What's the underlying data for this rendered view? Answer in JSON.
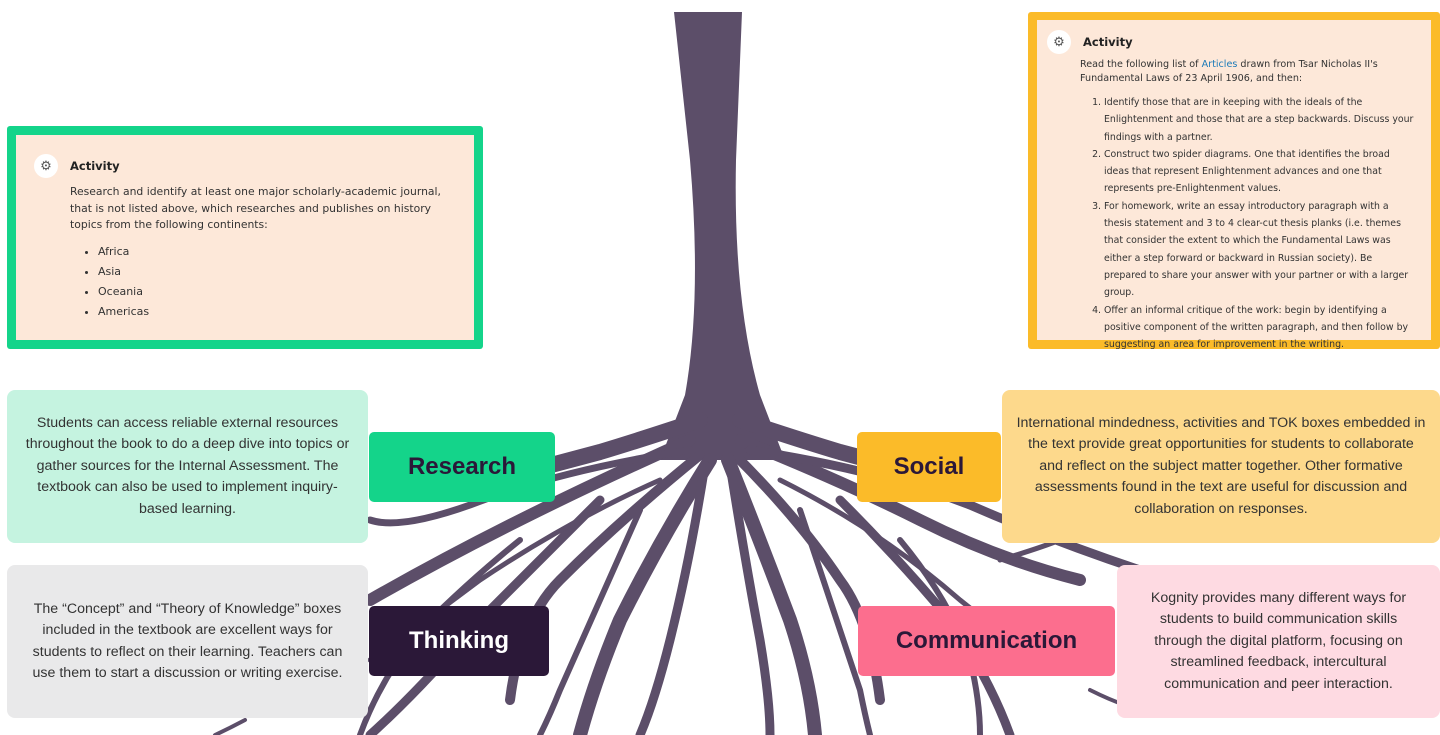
{
  "colors": {
    "trunk": "#5c4e69",
    "research": "#14d48a",
    "social": "#fbbb29",
    "thinking": "#2b1838",
    "communication": "#fc6e8e",
    "activity_bg": "#fde8d9"
  },
  "icons": {
    "activity": "gears-icon"
  },
  "activity_left": {
    "title": "Activity",
    "intro": "Research and identify at least one major scholarly-academic journal, that is not listed above, which researches and publishes on history topics from the following continents:",
    "items": [
      "Africa",
      "Asia",
      "Oceania",
      "Americas"
    ]
  },
  "activity_right": {
    "title": "Activity",
    "intro_before": "Read the following list of ",
    "intro_link": "Articles",
    "intro_after": " drawn from Tsar Nicholas II's Fundamental Laws of 23 April 1906, and then:",
    "steps": [
      "Identify those that are in keeping with the ideals of the Enlightenment and those that are a step backwards. Discuss your findings with a partner.",
      "Construct two spider diagrams. One that identifies the broad ideas that represent Enlightenment advances and one that represents pre-Enlightenment values.",
      "For homework, write an essay introductory paragraph with a thesis statement and 3 to 4  clear-cut thesis planks (i.e. themes that consider the extent to which the Fundamental Laws was either a step forward or backward in Russian society). Be prepared to share your answer with your partner or with a larger group.",
      "Offer an informal critique of the work: begin by identifying a positive component of the written paragraph, and then follow by suggesting an area for improvement in the writing."
    ]
  },
  "skills": {
    "research": {
      "label": "Research",
      "text": "Students can access reliable external resources throughout the book to do a deep dive into topics or gather sources for the Internal Assessment. The textbook can also be used to implement inquiry-based learning."
    },
    "social": {
      "label": "Social",
      "text": "International mindedness, activities and TOK boxes embedded in the text provide great opportunities for students to collaborate and reflect on the subject matter together. Other formative assessments found in the text are useful for discussion and collaboration on responses."
    },
    "thinking": {
      "label": "Thinking",
      "text": "The “Concept” and “Theory of Knowledge” boxes included in the textbook are excellent ways for students to reflect on their learning. Teachers can use them to start a discussion or writing exercise."
    },
    "communication": {
      "label": "Communication",
      "text": "Kognity provides many different ways for students to build communication skills through the digital platform, focusing on streamlined feedback, intercultural communication and peer interaction."
    }
  }
}
